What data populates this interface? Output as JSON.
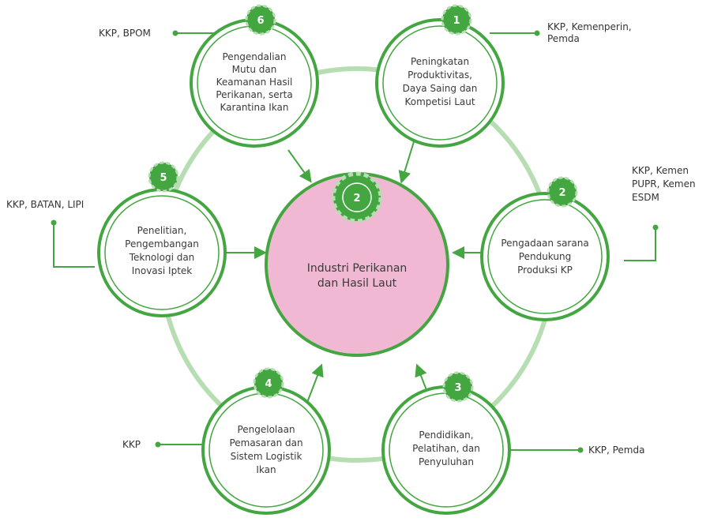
{
  "colors": {
    "green": "#43a640",
    "light_green": "#b7ddb3",
    "center_fill": "#f1b8d3",
    "text": "#3a3a3a"
  },
  "center": {
    "badge": "2",
    "lines": [
      "Industri Perikanan",
      "dan Hasil Laut"
    ]
  },
  "nodes": [
    {
      "badge": "1",
      "lines": [
        "Peningkatan",
        "Produktivitas,",
        "Daya Saing dan",
        "Kompetisi Laut"
      ],
      "label_lines": [
        "KKP, Kemenperin,",
        "Pemda"
      ]
    },
    {
      "badge": "2",
      "lines": [
        "Pengadaan sarana",
        "Pendukung",
        "Produksi KP"
      ],
      "label_lines": [
        "KKP, Kemen",
        "PUPR, Kemen",
        "ESDM"
      ]
    },
    {
      "badge": "3",
      "lines": [
        "Pendidikan,",
        "Pelatihan, dan",
        "Penyuluhan"
      ],
      "label_lines": [
        "KKP, Pemda"
      ]
    },
    {
      "badge": "4",
      "lines": [
        "Pengelolaan",
        "Pemasaran dan",
        "Sistem Logistik",
        "Ikan"
      ],
      "label_lines": [
        "KKP"
      ]
    },
    {
      "badge": "5",
      "lines": [
        "Penelitian,",
        "Pengembangan",
        "Teknologi dan",
        "Inovasi Iptek"
      ],
      "label_lines": [
        "KKP, BATAN, LIPI"
      ]
    },
    {
      "badge": "6",
      "lines": [
        "Pengendalian",
        "Mutu dan",
        "Keamanan Hasil",
        "Perikanan, serta",
        "Karantina Ikan"
      ],
      "label_lines": [
        "KKP, BPOM"
      ]
    }
  ]
}
